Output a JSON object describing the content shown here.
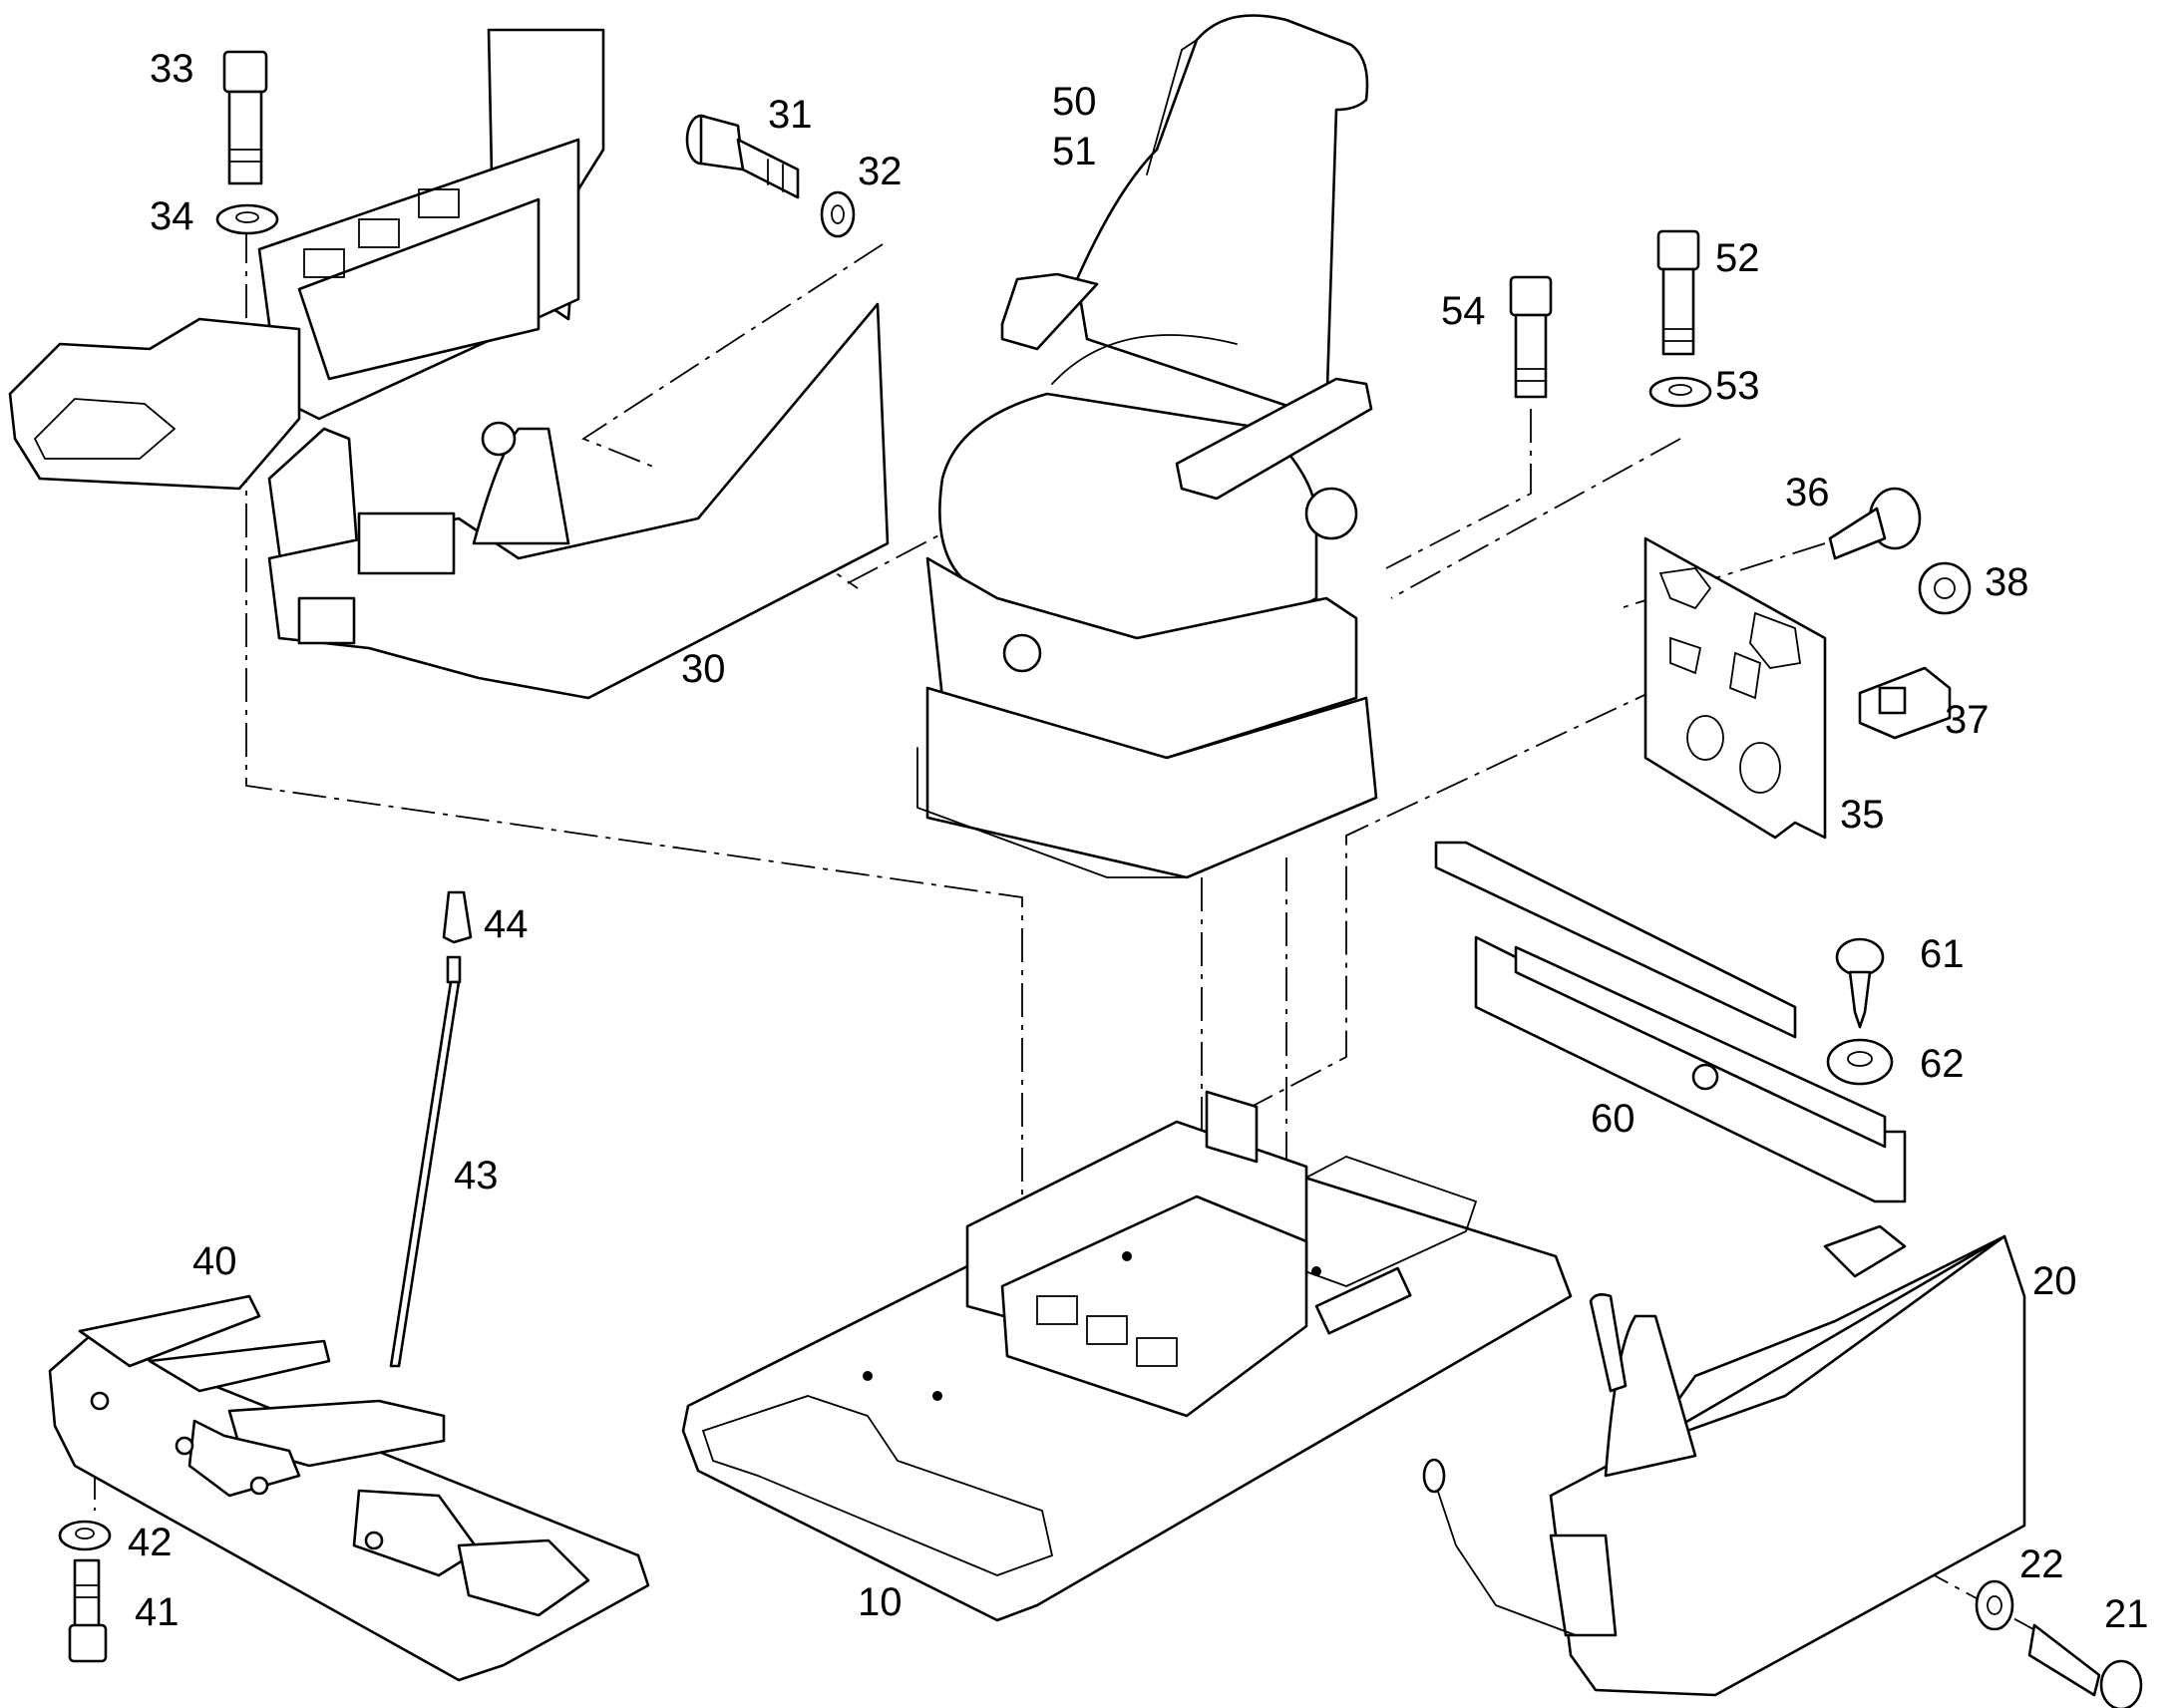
{
  "diagram": {
    "callouts": [
      {
        "id": "c33",
        "text": "33"
      },
      {
        "id": "c34",
        "text": "34"
      },
      {
        "id": "c31",
        "text": "31"
      },
      {
        "id": "c32",
        "text": "32"
      },
      {
        "id": "c50",
        "text": "50"
      },
      {
        "id": "c51",
        "text": "51"
      },
      {
        "id": "c52",
        "text": "52"
      },
      {
        "id": "c53",
        "text": "53"
      },
      {
        "id": "c54",
        "text": "54"
      },
      {
        "id": "c36",
        "text": "36"
      },
      {
        "id": "c38",
        "text": "38"
      },
      {
        "id": "c37",
        "text": "37"
      },
      {
        "id": "c35",
        "text": "35"
      },
      {
        "id": "c30",
        "text": "30"
      },
      {
        "id": "c44",
        "text": "44"
      },
      {
        "id": "c43",
        "text": "43"
      },
      {
        "id": "c61",
        "text": "61"
      },
      {
        "id": "c62",
        "text": "62"
      },
      {
        "id": "c60",
        "text": "60"
      },
      {
        "id": "c40",
        "text": "40"
      },
      {
        "id": "c20",
        "text": "20"
      },
      {
        "id": "c42",
        "text": "42"
      },
      {
        "id": "c41",
        "text": "41"
      },
      {
        "id": "c10",
        "text": "10"
      },
      {
        "id": "c22",
        "text": "22"
      },
      {
        "id": "c21",
        "text": "21"
      }
    ]
  }
}
